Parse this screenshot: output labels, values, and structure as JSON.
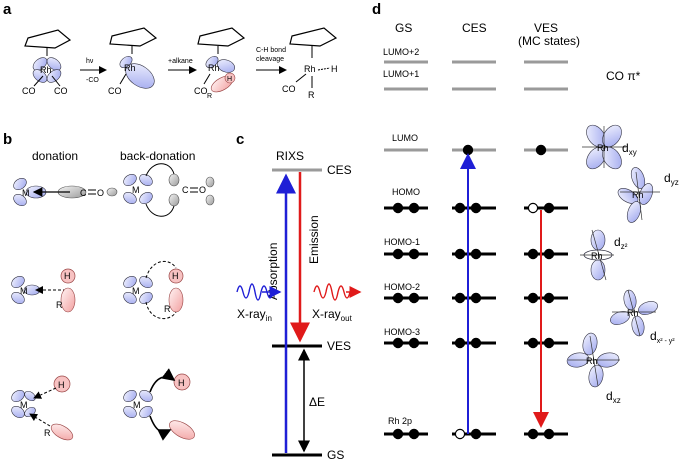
{
  "panels": {
    "a": "a",
    "b": "b",
    "c": "c",
    "d": "d"
  },
  "panel_a": {
    "rh": "Rh",
    "co": "CO",
    "h": "H",
    "r": "R",
    "step1_top": "hν",
    "step1_bottom": "-CO",
    "step2": "+alkane",
    "step3_line1": "C-H bond",
    "step3_line2": "cleavage"
  },
  "panel_b": {
    "col_donation": "donation",
    "col_backdonation": "back-donation",
    "m": "M",
    "c": "C",
    "o": "O",
    "h": "H",
    "r": "R"
  },
  "panel_c": {
    "title": "RIXS",
    "ces": "CES",
    "ves": "VES",
    "gs": "GS",
    "absorption": "Absorption",
    "emission": "Emission",
    "xray_in_base": "X-ray",
    "xray_in_sub": "in",
    "xray_out_base": "X-ray",
    "xray_out_sub": "out",
    "delta_e": "ΔE",
    "colors": {
      "absorption": "#1f1fd6",
      "emission": "#e01a1a"
    }
  },
  "panel_d": {
    "col_gs": "GS",
    "col_ces": "CES",
    "col_ves_line1": "VES",
    "col_ves_line2": "(MC states)",
    "co_pi": "CO π*",
    "levels": [
      "LUMO+2",
      "LUMO+1",
      "LUMO",
      "HOMO",
      "HOMO-1",
      "HOMO-2",
      "HOMO-3",
      "Rh 2p"
    ],
    "orbital_rh": "Rh",
    "orbitals": {
      "dxy": {
        "base": "d",
        "sub": "xy"
      },
      "dyz": {
        "base": "d",
        "sub": "yz"
      },
      "dz2": {
        "base": "d",
        "sub": "z²"
      },
      "dx2y2": {
        "base": "d",
        "sub": "x² - y²"
      },
      "dxz": {
        "base": "d",
        "sub": "xz"
      }
    }
  }
}
